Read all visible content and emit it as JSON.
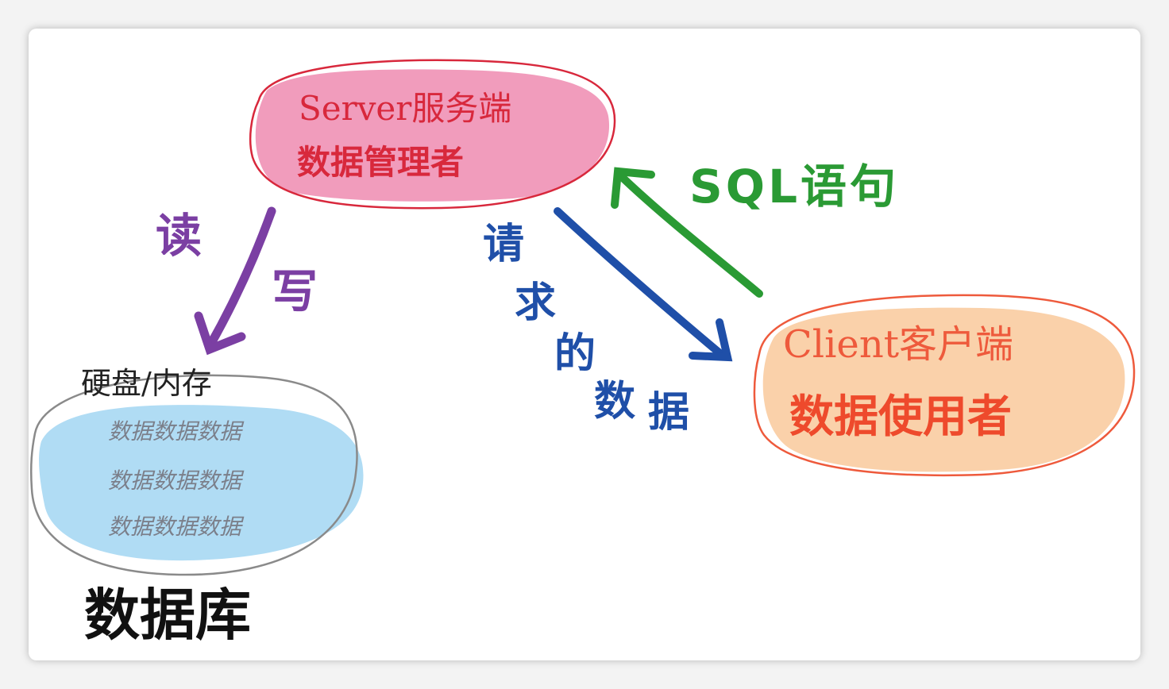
{
  "server": {
    "line1": "Server服务端",
    "line2": "数据管理者"
  },
  "client": {
    "line1": "Client客户端",
    "line2": "数据使用者"
  },
  "storage": {
    "title": "硬盘/内存",
    "rows": [
      "数据数据数据",
      "数据数据数据",
      "数据数据数据"
    ],
    "label": "数据库"
  },
  "read_write": {
    "read": "读",
    "write": "写"
  },
  "sql_statement": "SQL语句",
  "request_data": {
    "chars": [
      "请",
      "求",
      "的",
      "数",
      "据"
    ]
  },
  "colors": {
    "server_fill": "#ec7ba5",
    "server_text": "#d8283c",
    "client_fill": "#f8c28e",
    "client_text": "#ee5a3c",
    "storage_fill": "#8fcdef",
    "read_write_arrow": "#7b3fa3",
    "sql_arrow": "#2a9a34",
    "request_arrow": "#1f4fa8"
  }
}
